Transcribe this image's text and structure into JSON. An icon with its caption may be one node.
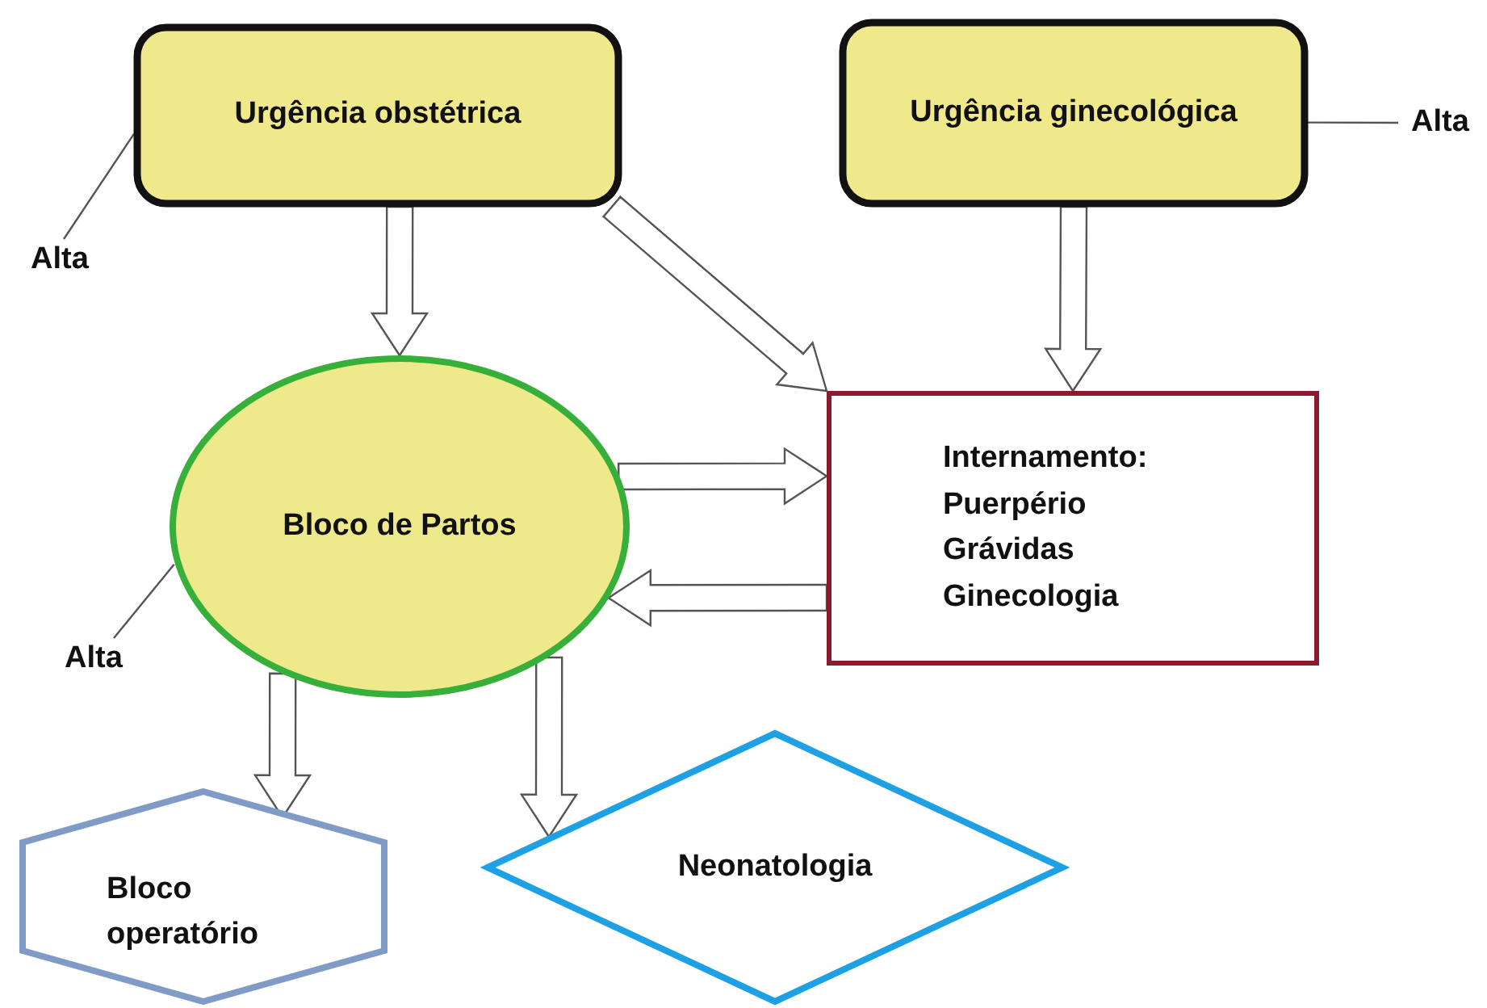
{
  "diagram": {
    "nodes": [
      {
        "text": [
          "Urgência obstétrica"
        ]
      },
      {
        "text": [
          "Urgência ginecológica"
        ]
      },
      {
        "text": [
          "Bloco de Partos"
        ]
      },
      {
        "text": [
          "Internamento:",
          "Puerpério",
          "Grávidas",
          "Ginecologia"
        ]
      },
      {
        "text": [
          "Bloco operatório"
        ]
      },
      {
        "text": [
          "Neonatologia"
        ]
      },
      {
        "text": [
          "Alta"
        ]
      },
      {
        "text": [
          "Alta"
        ]
      },
      {
        "text": [
          "Alta"
        ]
      }
    ],
    "edges": [
      {
        "from": 0,
        "to": 2,
        "arrow": "to"
      },
      {
        "from": 0,
        "to": 3,
        "arrow": "to"
      },
      {
        "from": 1,
        "to": 3,
        "arrow": "to"
      },
      {
        "from": 2,
        "to": 3,
        "arrow": "to"
      },
      {
        "from": 3,
        "to": 2,
        "arrow": "to"
      },
      {
        "from": 2,
        "to": 4,
        "arrow": "to"
      },
      {
        "from": 2,
        "to": 5,
        "arrow": "to"
      },
      {
        "from": 6,
        "to": 0,
        "arrow": "none"
      },
      {
        "from": 7,
        "to": 1,
        "arrow": "none"
      },
      {
        "from": 8,
        "to": 2,
        "arrow": "none"
      }
    ]
  }
}
